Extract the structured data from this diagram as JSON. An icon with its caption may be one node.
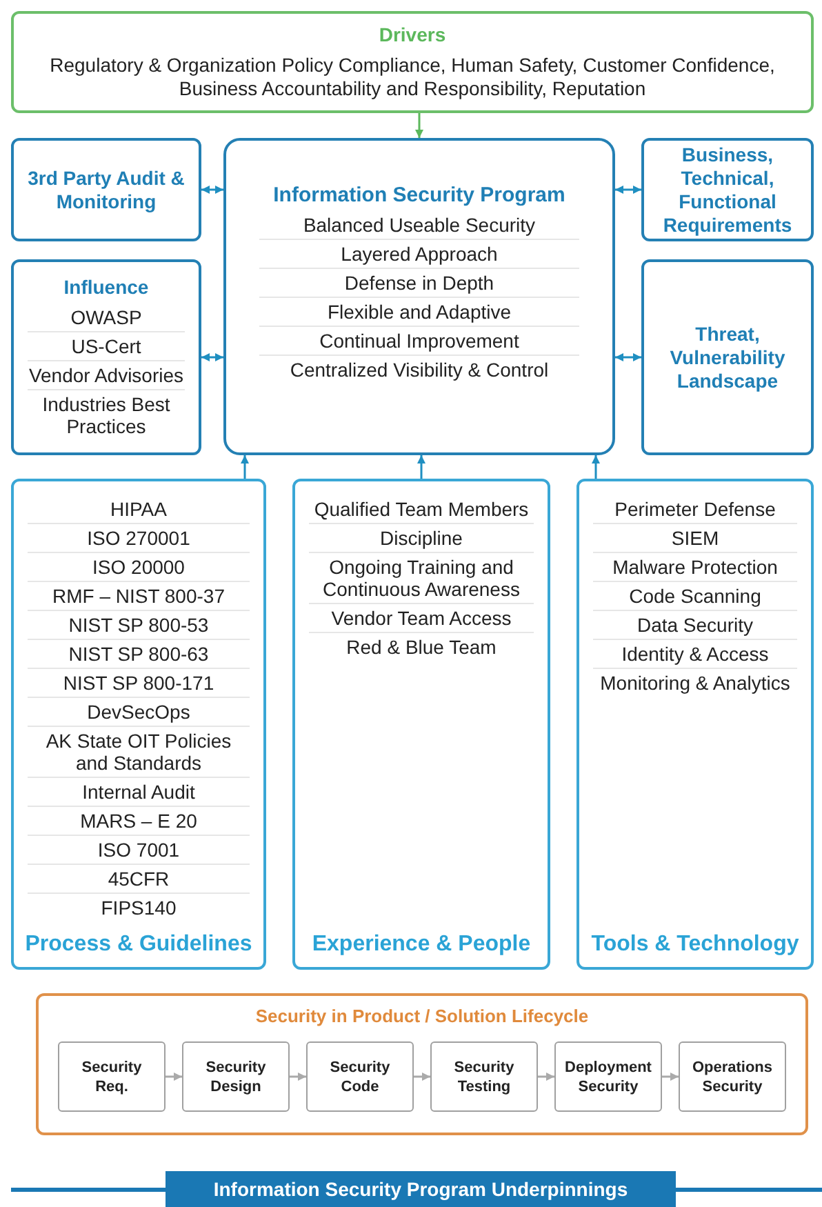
{
  "diagram": {
    "nodes": [
      {
        "text": [
          "Drivers",
          "Regulatory & Organization Policy Compliance, Human Safety, Customer Confidence, Business Accountability and Responsibility, Reputation"
        ]
      },
      {
        "text": [
          "3rd Party Audit & Monitoring"
        ]
      },
      {
        "text": [
          "Information Security Program",
          "Balanced Useable Security",
          "Layered Approach",
          "Defense in Depth",
          "Flexible and Adaptive",
          "Continual Improvement",
          "Centralized Visibility & Control"
        ]
      },
      {
        "text": [
          "Business, Technical, Functional Requirements"
        ]
      },
      {
        "text": [
          "Influence",
          "OWASP",
          "US-Cert",
          "Vendor Advisories",
          "Industries Best Practices"
        ]
      },
      {
        "text": [
          "Threat, Vulnerability Landscape"
        ]
      },
      {
        "text": [
          "HIPAA",
          "ISO 270001",
          "ISO 20000",
          "RMF – NIST 800-37",
          "NIST SP 800-53",
          "NIST SP 800-63",
          "NIST SP 800-171",
          "DevSecOps",
          "AK State OIT Policies and Standards",
          "Internal Audit",
          "MARS – E 20",
          "ISO 7001",
          "45CFR",
          "FIPS140",
          "Process & Guidelines"
        ]
      },
      {
        "text": [
          "Qualified Team Members",
          "Discipline",
          "Ongoing Training and Continuous Awareness",
          "Vendor Team Access",
          "Red & Blue Team",
          "Experience & People"
        ]
      },
      {
        "text": [
          "Perimeter Defense",
          "SIEM",
          "Malware Protection",
          "Code Scanning",
          "Data Security",
          "Identity & Access",
          "Monitoring & Analytics",
          "Tools & Technology"
        ]
      },
      {
        "text": [
          "Security in Product / Solution Lifecycle"
        ]
      },
      {
        "text": [
          "Security Req."
        ],
        "in": 9
      },
      {
        "text": [
          "Security Design"
        ],
        "in": 9
      },
      {
        "text": [
          "Security Code"
        ],
        "in": 9
      },
      {
        "text": [
          "Security Testing"
        ],
        "in": 9
      },
      {
        "text": [
          "Deployment Security"
        ],
        "in": 9
      },
      {
        "text": [
          "Operations Security"
        ],
        "in": 9
      },
      {
        "text": [
          "Information Security Program Underpinnings"
        ]
      }
    ],
    "edges": [
      {
        "from": 0,
        "to": 2,
        "arrow": "to",
        "color": "#5cb85c"
      },
      {
        "from": 1,
        "to": 2,
        "arrow": "both"
      },
      {
        "from": 4,
        "to": 2,
        "arrow": "both"
      },
      {
        "from": 2,
        "to": 3,
        "arrow": "both"
      },
      {
        "from": 2,
        "to": 5,
        "arrow": "both"
      },
      {
        "from": 6,
        "to": 2,
        "arrow": "to"
      },
      {
        "from": 7,
        "to": 2,
        "arrow": "to"
      },
      {
        "from": 8,
        "to": 2,
        "arrow": "to"
      },
      {
        "from": 10,
        "to": 11,
        "arrow": "to",
        "color": "#aaaaaa"
      },
      {
        "from": 11,
        "to": 12,
        "arrow": "to",
        "color": "#aaaaaa"
      },
      {
        "from": 12,
        "to": 13,
        "arrow": "to",
        "color": "#aaaaaa"
      },
      {
        "from": 13,
        "to": 14,
        "arrow": "to",
        "color": "#aaaaaa"
      },
      {
        "from": 14,
        "to": 15,
        "arrow": "to",
        "color": "#aaaaaa"
      }
    ]
  }
}
